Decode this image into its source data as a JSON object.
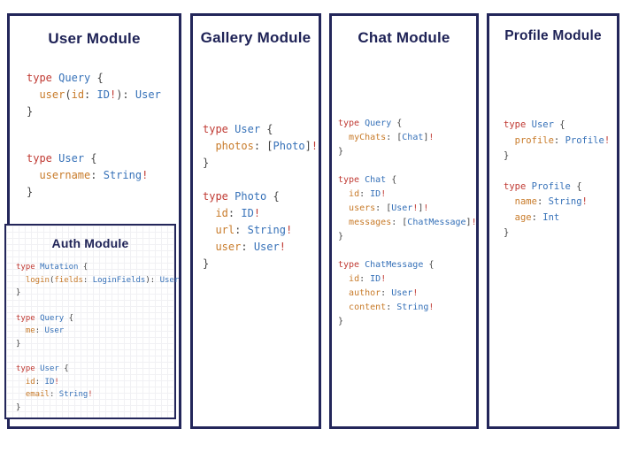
{
  "colors": {
    "border": "#23265a",
    "title": "#1e2256",
    "keyword": "#c03a33",
    "type": "#3671b8",
    "field": "#c87b2a",
    "punct": "#454545",
    "bang": "#c03a33",
    "grid": "#f1f1f4"
  },
  "modules": [
    {
      "title": "User Module",
      "blocks": [
        [
          [
            [
              "type",
              "k"
            ],
            [
              " ",
              "p"
            ],
            [
              "Query",
              "t"
            ],
            [
              " {",
              "p"
            ]
          ],
          [
            [
              "  ",
              "p"
            ],
            [
              "user",
              "f"
            ],
            [
              "(",
              "p"
            ],
            [
              "id",
              "f"
            ],
            [
              ":",
              "p"
            ],
            [
              " ",
              "p"
            ],
            [
              "ID",
              "t"
            ],
            [
              "!",
              "b"
            ],
            [
              "):",
              "p"
            ],
            [
              " ",
              "p"
            ],
            [
              "User",
              "t"
            ]
          ],
          [
            [
              "}",
              "p"
            ]
          ]
        ],
        [
          [
            [
              "type",
              "k"
            ],
            [
              " ",
              "p"
            ],
            [
              "User",
              "t"
            ],
            [
              " {",
              "p"
            ]
          ],
          [
            [
              "  ",
              "p"
            ],
            [
              "username",
              "f"
            ],
            [
              ":",
              "p"
            ],
            [
              " ",
              "p"
            ],
            [
              "String",
              "t"
            ],
            [
              "!",
              "b"
            ]
          ],
          [
            [
              "}",
              "p"
            ]
          ]
        ]
      ]
    },
    {
      "title": "Gallery Module",
      "blocks": [
        [
          [
            [
              "type",
              "k"
            ],
            [
              " ",
              "p"
            ],
            [
              "User",
              "t"
            ],
            [
              " {",
              "p"
            ]
          ],
          [
            [
              "  ",
              "p"
            ],
            [
              "photos",
              "f"
            ],
            [
              ":",
              "p"
            ],
            [
              " [",
              "p"
            ],
            [
              "Photo",
              "t"
            ],
            [
              "]",
              "p"
            ],
            [
              "!",
              "b"
            ]
          ],
          [
            [
              "}",
              "p"
            ]
          ]
        ],
        [
          [
            [
              "type",
              "k"
            ],
            [
              " ",
              "p"
            ],
            [
              "Photo",
              "t"
            ],
            [
              " {",
              "p"
            ]
          ],
          [
            [
              "  ",
              "p"
            ],
            [
              "id",
              "f"
            ],
            [
              ":",
              "p"
            ],
            [
              " ",
              "p"
            ],
            [
              "ID",
              "t"
            ],
            [
              "!",
              "b"
            ]
          ],
          [
            [
              "  ",
              "p"
            ],
            [
              "url",
              "f"
            ],
            [
              ":",
              "p"
            ],
            [
              " ",
              "p"
            ],
            [
              "String",
              "t"
            ],
            [
              "!",
              "b"
            ]
          ],
          [
            [
              "  ",
              "p"
            ],
            [
              "user",
              "f"
            ],
            [
              ":",
              "p"
            ],
            [
              " ",
              "p"
            ],
            [
              "User",
              "t"
            ],
            [
              "!",
              "b"
            ]
          ],
          [
            [
              "}",
              "p"
            ]
          ]
        ]
      ]
    },
    {
      "title": "Chat Module",
      "blocks": [
        [
          [
            [
              "type",
              "k"
            ],
            [
              " ",
              "p"
            ],
            [
              "Query",
              "t"
            ],
            [
              " {",
              "p"
            ]
          ],
          [
            [
              "  ",
              "p"
            ],
            [
              "myChats",
              "f"
            ],
            [
              ":",
              "p"
            ],
            [
              " [",
              "p"
            ],
            [
              "Chat",
              "t"
            ],
            [
              "]",
              "p"
            ],
            [
              "!",
              "b"
            ]
          ],
          [
            [
              "}",
              "p"
            ]
          ]
        ],
        [
          [
            [
              "type",
              "k"
            ],
            [
              " ",
              "p"
            ],
            [
              "Chat",
              "t"
            ],
            [
              " {",
              "p"
            ]
          ],
          [
            [
              "  ",
              "p"
            ],
            [
              "id",
              "f"
            ],
            [
              ":",
              "p"
            ],
            [
              " ",
              "p"
            ],
            [
              "ID",
              "t"
            ],
            [
              "!",
              "b"
            ]
          ],
          [
            [
              "  ",
              "p"
            ],
            [
              "users",
              "f"
            ],
            [
              ":",
              "p"
            ],
            [
              " [",
              "p"
            ],
            [
              "User",
              "t"
            ],
            [
              "!",
              "b"
            ],
            [
              "]",
              "p"
            ],
            [
              "!",
              "b"
            ]
          ],
          [
            [
              "  ",
              "p"
            ],
            [
              "messages",
              "f"
            ],
            [
              ":",
              "p"
            ],
            [
              " [",
              "p"
            ],
            [
              "ChatMessage",
              "t"
            ],
            [
              "]",
              "p"
            ],
            [
              "!",
              "b"
            ]
          ],
          [
            [
              "}",
              "p"
            ]
          ]
        ],
        [
          [
            [
              "type",
              "k"
            ],
            [
              " ",
              "p"
            ],
            [
              "ChatMessage",
              "t"
            ],
            [
              " {",
              "p"
            ]
          ],
          [
            [
              "  ",
              "p"
            ],
            [
              "id",
              "f"
            ],
            [
              ":",
              "p"
            ],
            [
              " ",
              "p"
            ],
            [
              "ID",
              "t"
            ],
            [
              "!",
              "b"
            ]
          ],
          [
            [
              "  ",
              "p"
            ],
            [
              "author",
              "f"
            ],
            [
              ":",
              "p"
            ],
            [
              " ",
              "p"
            ],
            [
              "User",
              "t"
            ],
            [
              "!",
              "b"
            ]
          ],
          [
            [
              "  ",
              "p"
            ],
            [
              "content",
              "f"
            ],
            [
              ":",
              "p"
            ],
            [
              " ",
              "p"
            ],
            [
              "String",
              "t"
            ],
            [
              "!",
              "b"
            ]
          ],
          [
            [
              "}",
              "p"
            ]
          ]
        ]
      ]
    },
    {
      "title": "Profile Module",
      "blocks": [
        [
          [
            [
              "type",
              "k"
            ],
            [
              " ",
              "p"
            ],
            [
              "User",
              "t"
            ],
            [
              " {",
              "p"
            ]
          ],
          [
            [
              "  ",
              "p"
            ],
            [
              "profile",
              "f"
            ],
            [
              ":",
              "p"
            ],
            [
              " ",
              "p"
            ],
            [
              "Profile",
              "t"
            ],
            [
              "!",
              "b"
            ]
          ],
          [
            [
              "}",
              "p"
            ]
          ]
        ],
        [
          [
            [
              "type",
              "k"
            ],
            [
              " ",
              "p"
            ],
            [
              "Profile",
              "t"
            ],
            [
              " {",
              "p"
            ]
          ],
          [
            [
              "  ",
              "p"
            ],
            [
              "name",
              "f"
            ],
            [
              ":",
              "p"
            ],
            [
              " ",
              "p"
            ],
            [
              "String",
              "t"
            ],
            [
              "!",
              "b"
            ]
          ],
          [
            [
              "  ",
              "p"
            ],
            [
              "age",
              "f"
            ],
            [
              ":",
              "p"
            ],
            [
              " ",
              "p"
            ],
            [
              "Int",
              "t"
            ]
          ],
          [
            [
              "}",
              "p"
            ]
          ]
        ]
      ]
    }
  ],
  "auth": {
    "title": "Auth Module",
    "blocks": [
      [
        [
          [
            "type",
            "k"
          ],
          [
            " ",
            "p"
          ],
          [
            "Mutation",
            "t"
          ],
          [
            " {",
            "p"
          ]
        ],
        [
          [
            "  ",
            "p"
          ],
          [
            "login",
            "f"
          ],
          [
            "(",
            "p"
          ],
          [
            "fields",
            "f"
          ],
          [
            ":",
            "p"
          ],
          [
            " ",
            "p"
          ],
          [
            "LoginFields",
            "t"
          ],
          [
            "):",
            "p"
          ],
          [
            " ",
            "p"
          ],
          [
            "User",
            "t"
          ]
        ],
        [
          [
            "}",
            "p"
          ]
        ]
      ],
      [
        [
          [
            "type",
            "k"
          ],
          [
            " ",
            "p"
          ],
          [
            "Query",
            "t"
          ],
          [
            " {",
            "p"
          ]
        ],
        [
          [
            "  ",
            "p"
          ],
          [
            "me",
            "f"
          ],
          [
            ":",
            "p"
          ],
          [
            " ",
            "p"
          ],
          [
            "User",
            "t"
          ]
        ],
        [
          [
            "}",
            "p"
          ]
        ]
      ],
      [
        [
          [
            "type",
            "k"
          ],
          [
            " ",
            "p"
          ],
          [
            "User",
            "t"
          ],
          [
            " {",
            "p"
          ]
        ],
        [
          [
            "  ",
            "p"
          ],
          [
            "id",
            "f"
          ],
          [
            ":",
            "p"
          ],
          [
            " ",
            "p"
          ],
          [
            "ID",
            "t"
          ],
          [
            "!",
            "b"
          ]
        ],
        [
          [
            "  ",
            "p"
          ],
          [
            "email",
            "f"
          ],
          [
            ":",
            "p"
          ],
          [
            " ",
            "p"
          ],
          [
            "String",
            "t"
          ],
          [
            "!",
            "b"
          ]
        ],
        [
          [
            "}",
            "p"
          ]
        ]
      ]
    ]
  }
}
